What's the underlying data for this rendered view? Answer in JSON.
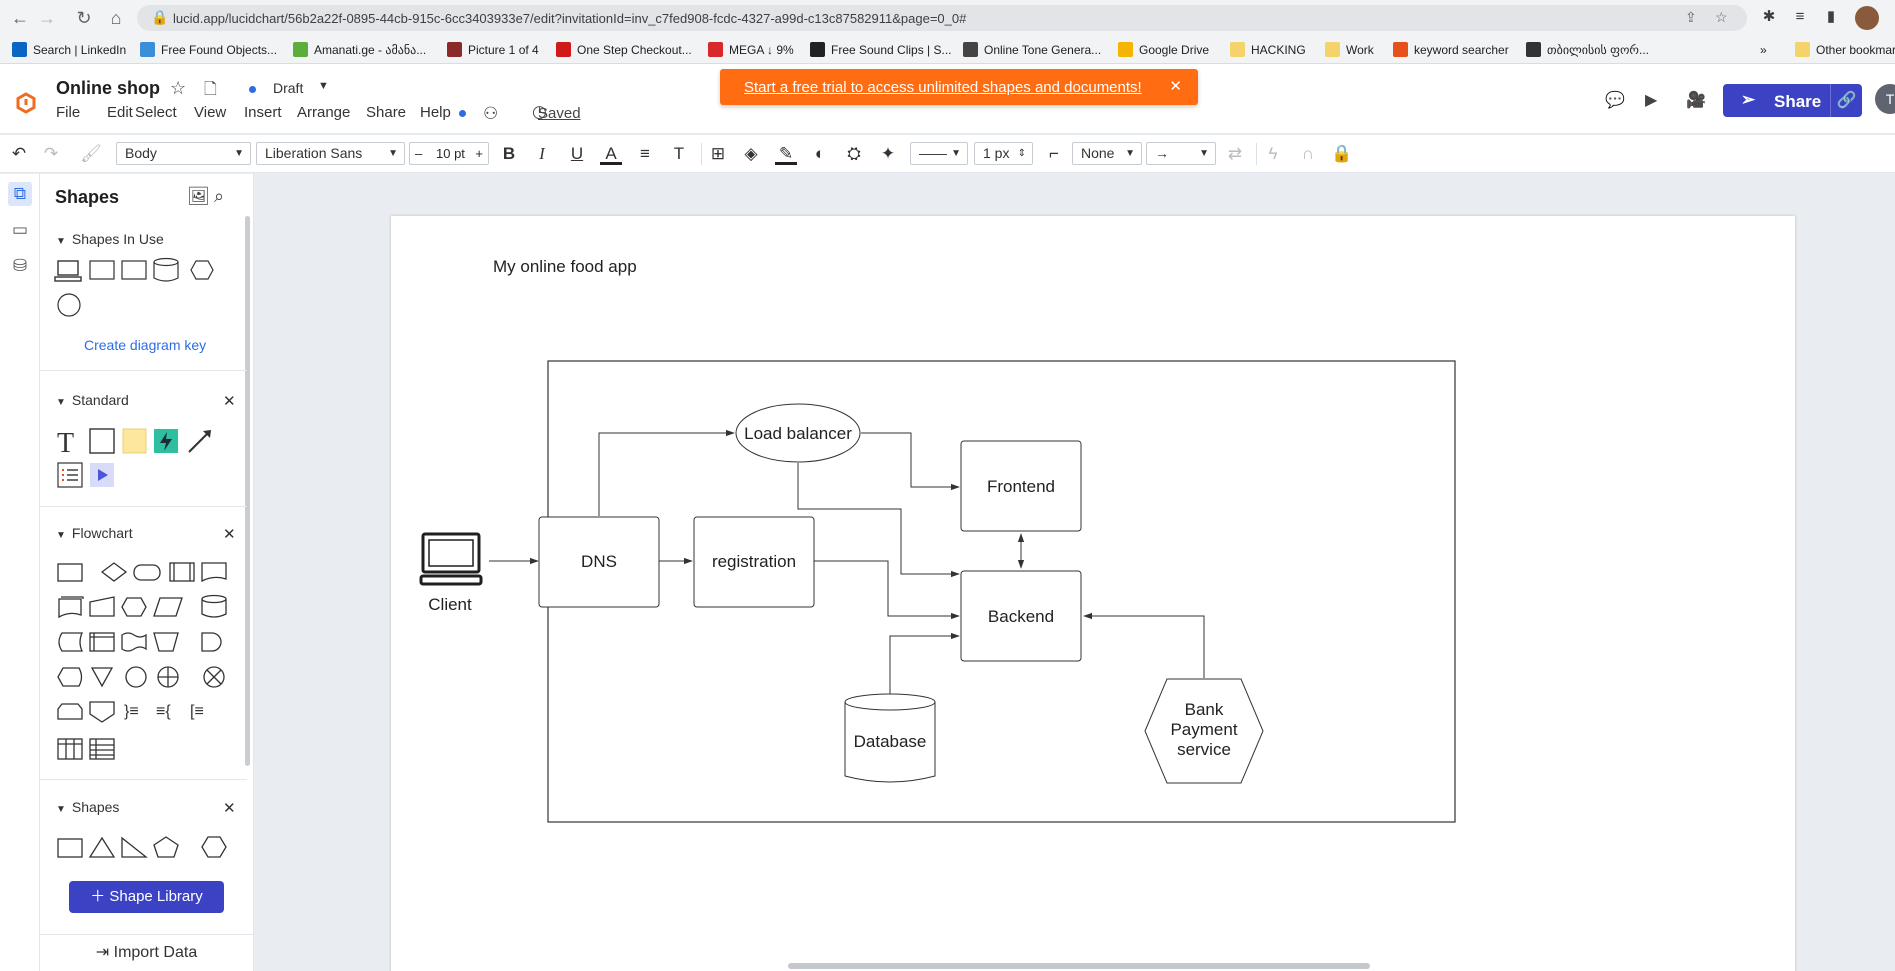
{
  "browser": {
    "url": "lucid.app/lucidchart/56b2a22f-0895-44cb-915c-6cc3403933e7/edit?invitationId=inv_c7fed908-fcdc-4327-a99d-c13c87582911&page=0_0#",
    "bookmarks": [
      {
        "label": "Search | LinkedIn",
        "color": "#0a66c2"
      },
      {
        "label": "Free Found Objects...",
        "color": "#3a8fd8"
      },
      {
        "label": "Amanati.ge - ამანა...",
        "color": "#5cae3a"
      },
      {
        "label": "Picture 1 of 4",
        "color": "#8a2a2a"
      },
      {
        "label": "One Step Checkout...",
        "color": "#d0191b"
      },
      {
        "label": "MEGA ↓ 9%",
        "color": "#d9272e"
      },
      {
        "label": "Free Sound Clips | S...",
        "color": "#222222"
      },
      {
        "label": "Online Tone Genera...",
        "color": "#444444"
      },
      {
        "label": "Google Drive",
        "color": "#f4b400"
      },
      {
        "label": "HACKING",
        "color": "#f5d36b"
      },
      {
        "label": "Work",
        "color": "#f5d36b"
      },
      {
        "label": "keyword searcher",
        "color": "#e8501b"
      },
      {
        "label": "თბილისის ფორ...",
        "color": "#333333"
      }
    ],
    "more_bookmarks": "»",
    "other_bookmarks": "Other bookmarks"
  },
  "header": {
    "title": "Online shop",
    "status": "Draft",
    "menu": [
      "File",
      "Edit",
      "Select",
      "View",
      "Insert",
      "Arrange",
      "Share",
      "Help"
    ],
    "saved": "Saved",
    "trial_banner": "Start a free trial to access unlimited shapes and documents!",
    "share_label": "Share",
    "user_initial": "T",
    "accent": "#3b42c4",
    "banner_color": "#ff6c11"
  },
  "toolbar": {
    "style": "Body",
    "font": "Liberation Sans",
    "font_size": "10 pt",
    "line_width": "1 px",
    "line_start": "None"
  },
  "panel": {
    "title": "Shapes",
    "sections": {
      "in_use": "Shapes In Use",
      "diagram_key": "Create diagram key",
      "standard": "Standard",
      "flowchart": "Flowchart",
      "shapes": "Shapes"
    },
    "shape_library": "Shape Library",
    "import_data": "Import Data"
  },
  "diagram": {
    "page_title": "My online food app",
    "nodes": {
      "client": "Client",
      "dns": "DNS",
      "registration": "registration",
      "load_balancer": "Load balancer",
      "frontend": "Frontend",
      "backend": "Backend",
      "database": "Database",
      "bank": [
        "Bank",
        "Payment",
        "service"
      ]
    }
  }
}
